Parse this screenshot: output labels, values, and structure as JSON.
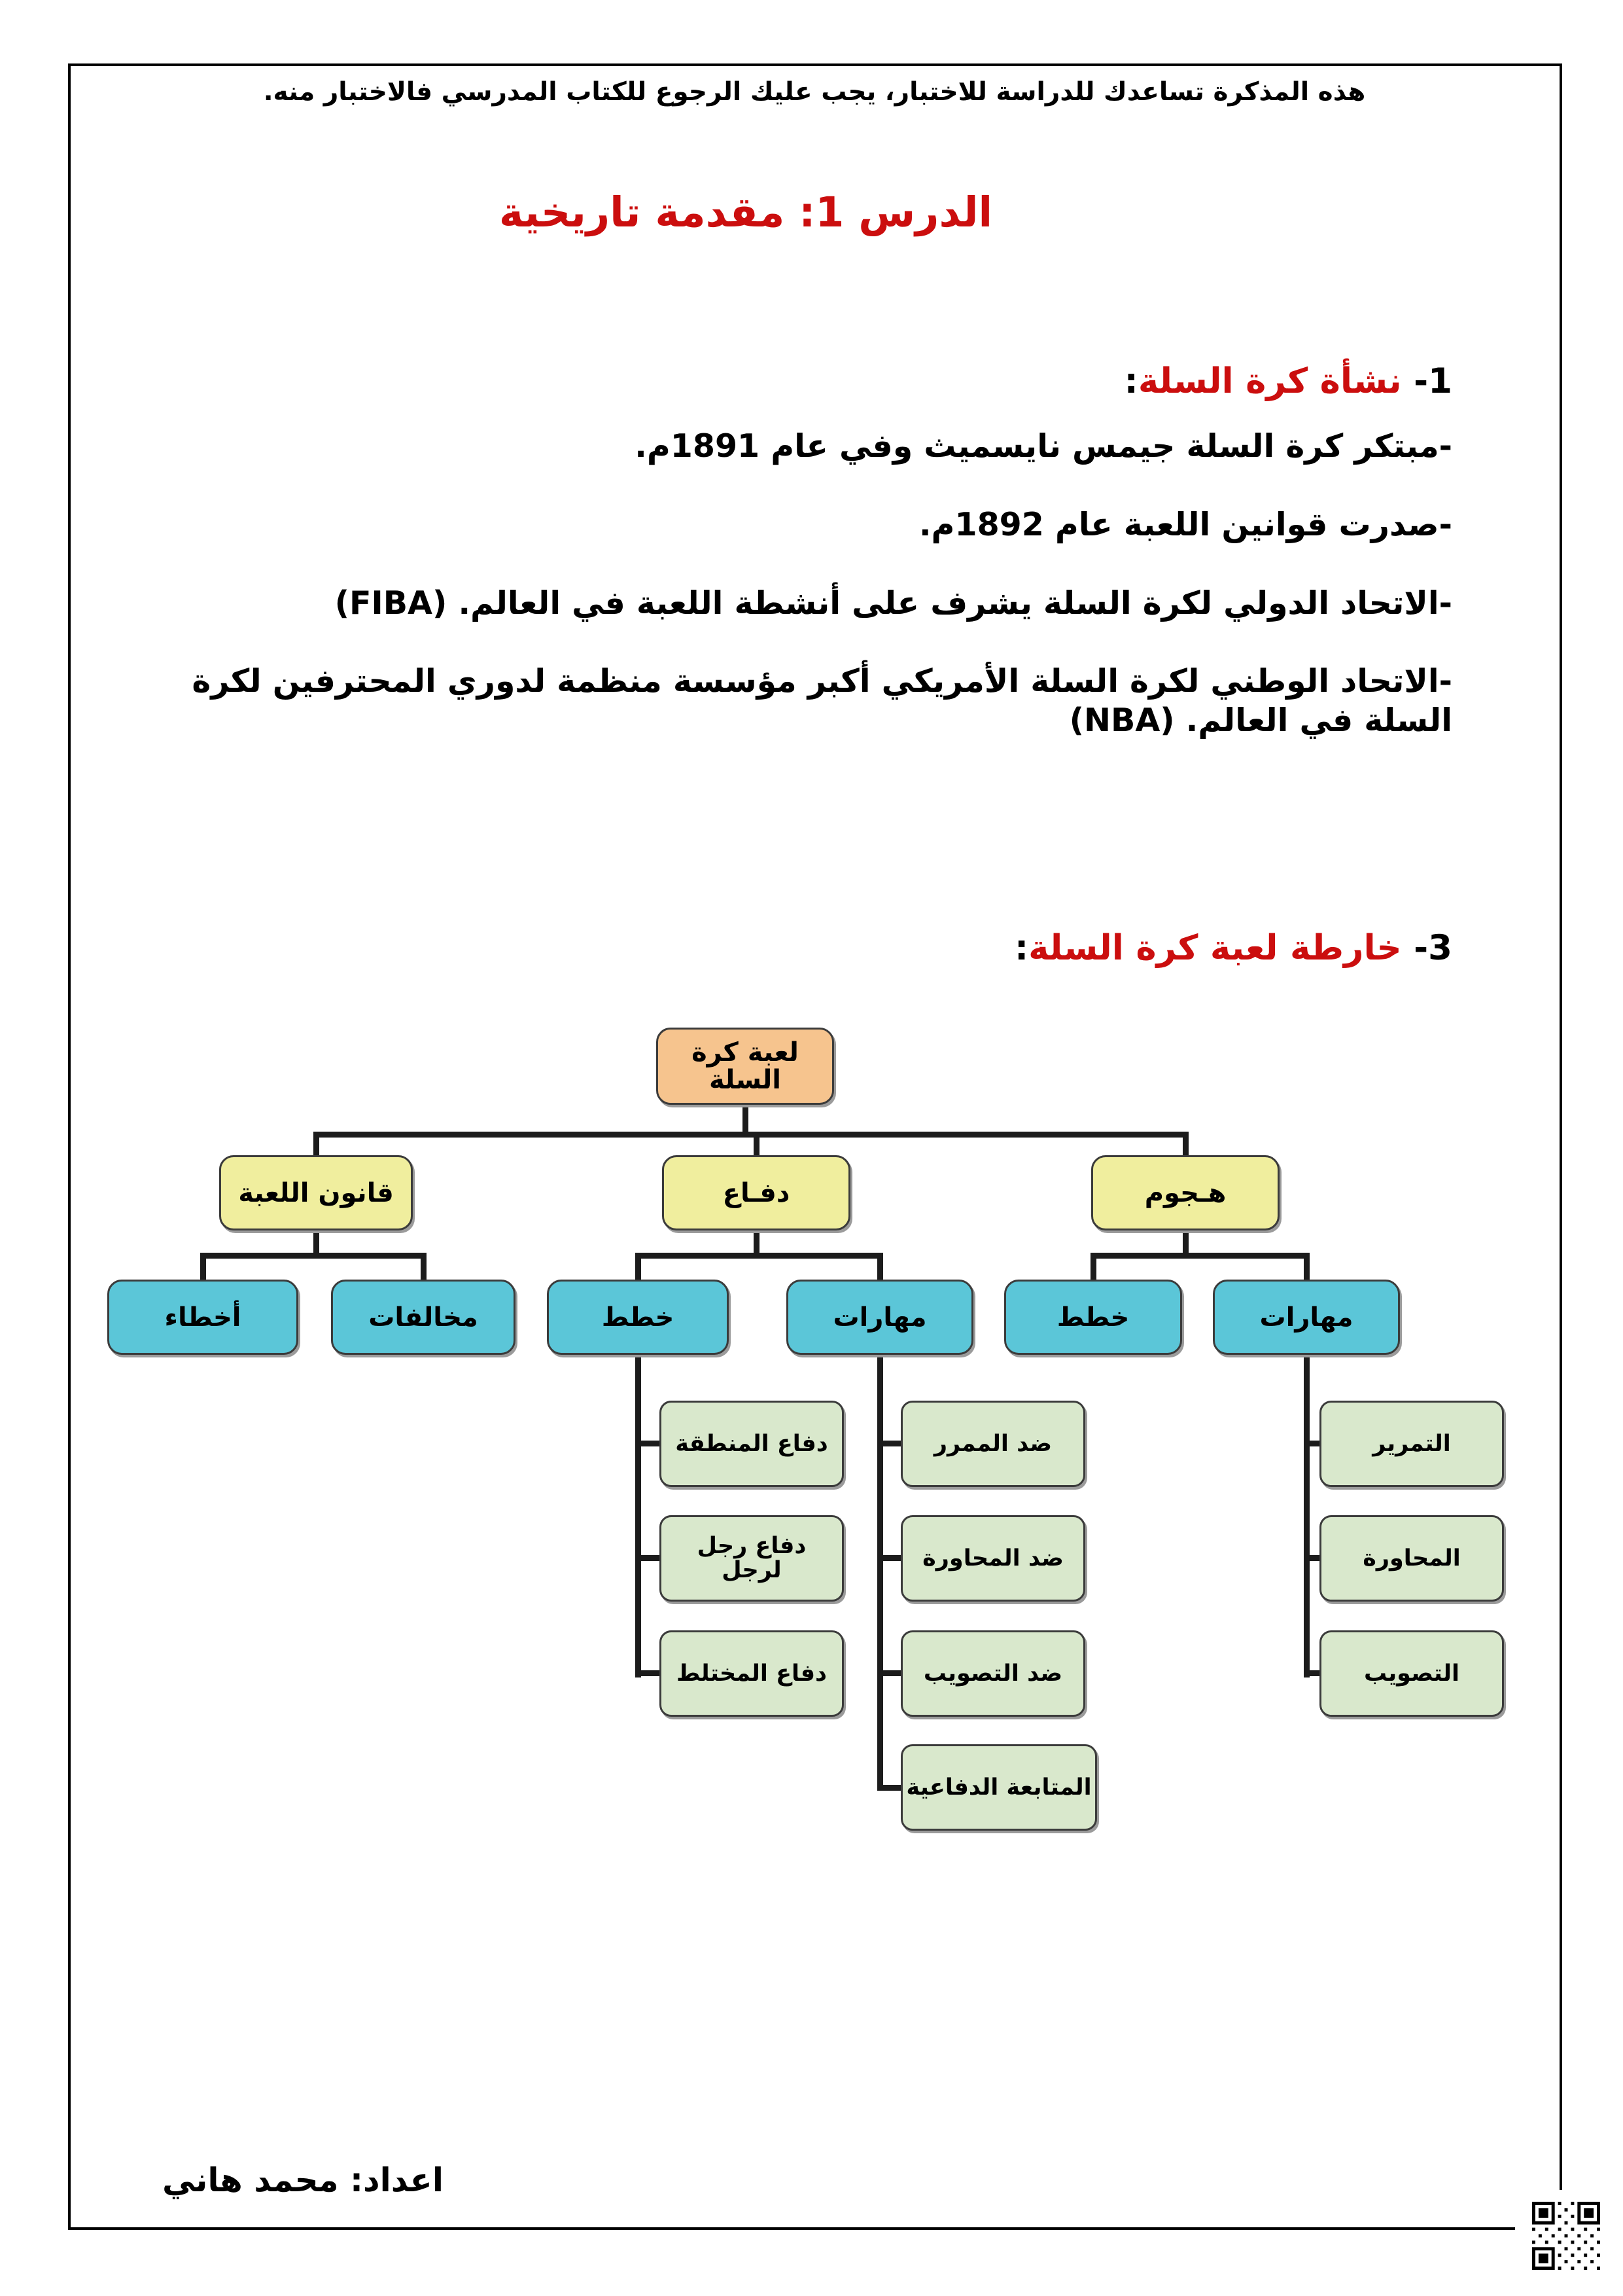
{
  "colors": {
    "heading_red": "#CB0E0E",
    "root_fill": "#F6C48E",
    "branch_fill": "#F0EE9E",
    "sub_branch_fill": "#5BC6D8",
    "leaf_fill": "#D9E8CC"
  },
  "header_note": "هذه المذكرة تساعدك للدراسة للاختبار، يجب عليك الرجوع للكتاب المدرسي فالاختبار منه.",
  "title": "الدرس 1: مقدمة تاريخية",
  "section1": {
    "number": "1-",
    "heading": " نشأة كرة السلة",
    "colon": ":",
    "bullets": [
      "-مبتكر كرة السلة جيمس نايسميث وفي عام 1891م.",
      "-صدرت قوانين اللعبة عام 1892م.",
      "-الاتحاد الدولي لكرة السلة يشرف على أنشطة اللعبة في العالم. (FIBA)",
      "-الاتحاد الوطني لكرة السلة الأمريكي أكبر مؤسسة منظمة لدوري المحترفين لكرة السلة في العالم. (NBA)"
    ]
  },
  "section3": {
    "number": "3-",
    "heading": " خارطة لعبة كرة السلة",
    "colon": ":"
  },
  "diagram": {
    "root": {
      "label": "لعبة كرة السلة"
    },
    "branches": [
      {
        "label": "هـجوم",
        "children": [
          {
            "label": "مهارات",
            "children": [
              {
                "label": "التمرير"
              },
              {
                "label": "المحاورة"
              },
              {
                "label": "التصويب"
              }
            ]
          },
          {
            "label": "خطط",
            "children": []
          }
        ]
      },
      {
        "label": "دفـاع",
        "children": [
          {
            "label": "مهارات",
            "children": [
              {
                "label": "ضد الممرر"
              },
              {
                "label": "ضد المحاورة"
              },
              {
                "label": "ضد التصويب"
              },
              {
                "label": "المتابعة الدفاعية"
              }
            ]
          },
          {
            "label": "خطط",
            "children": [
              {
                "label": "دفاع المنطقة"
              },
              {
                "label": "دفاع رجل لرجل"
              },
              {
                "label": "دفاع المختلط"
              }
            ]
          }
        ]
      },
      {
        "label": "قانون اللعبة",
        "children": [
          {
            "label": "مخالفات",
            "children": []
          },
          {
            "label": "أخطاء",
            "children": []
          }
        ]
      }
    ]
  },
  "footer": "اعداد: محمد هاني"
}
